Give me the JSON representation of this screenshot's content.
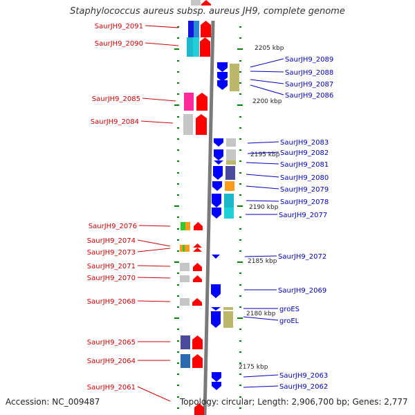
{
  "title": "Staphylococcus aureus subsp. aureus JH9, complete genome",
  "accession": "Accession: NC_009487",
  "topology": "Topology: circular; Length: 2,906,700 bp; Genes: 2,777",
  "colors": {
    "left_label": "#cc0000",
    "right_label": "#0000bb",
    "forward": "#ff0000",
    "reverse": "#0000ff",
    "tick": "#008000",
    "backbone": "#777777"
  },
  "bp_labels": [
    "2205 kbp",
    "2200 kbp",
    "2195 kbp",
    "2190 kbp",
    "2185 kbp",
    "2180 kbp",
    "2175 kbp"
  ],
  "left_genes": [
    "SaurJH9_2091",
    "SaurJH9_2090",
    "SaurJH9_2085",
    "SaurJH9_2084",
    "SaurJH9_2076",
    "SaurJH9_2074",
    "SaurJH9_2073",
    "SaurJH9_2071",
    "SaurJH9_2070",
    "SaurJH9_2068",
    "SaurJH9_2065",
    "SaurJH9_2064",
    "SaurJH9_2061"
  ],
  "right_genes": [
    "SaurJH9_2089",
    "SaurJH9_2088",
    "SaurJH9_2087",
    "SaurJH9_2086",
    "SaurJH9_2083",
    "SaurJH9_2082",
    "SaurJH9_2081",
    "SaurJH9_2080",
    "SaurJH9_2079",
    "SaurJH9_2078",
    "SaurJH9_2077",
    "SaurJH9_2072",
    "SaurJH9_2069",
    "groES",
    "groEL",
    "SaurJH9_2063",
    "SaurJH9_2062"
  ]
}
